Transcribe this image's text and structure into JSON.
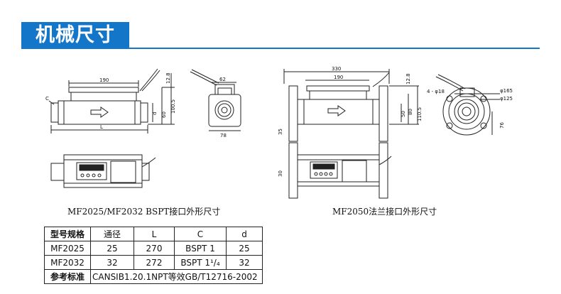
{
  "title": "机械尺寸",
  "colors": {
    "accent": "#1476c9",
    "line": "#222222"
  },
  "left_view": {
    "dims": {
      "len_top": "190",
      "h1": "12.8",
      "w_end": "62",
      "w_end2": "78",
      "h_total": "100.5",
      "h_mid": "60",
      "d": "d",
      "c": "C",
      "l": "L"
    },
    "caption": "MF2025/MF2032 BSPT接口外形尺寸"
  },
  "right_view": {
    "dims": {
      "total": "330",
      "len_top": "190",
      "h1": "12.8",
      "h_mid": "80",
      "h_in": "50",
      "h_total": "110.5",
      "left_h": "35",
      "bottom_h": "30",
      "bolts": "4 - φ18",
      "dia1": "φ165",
      "dia2": "φ125",
      "side": "76"
    },
    "caption": "MF2050法兰接口外形尺寸"
  },
  "table": {
    "headers": [
      "型号规格",
      "通径",
      "L",
      "C",
      "d"
    ],
    "rows": [
      [
        "MF2025",
        "25",
        "270",
        "BSPT 1",
        "25"
      ],
      [
        "MF2032",
        "32",
        "272",
        "BSPT 1¹/₄",
        "32"
      ]
    ],
    "standard_label": "参考标准",
    "standard_value": "CANSIB1.20.1NPT等效GB/T12716-2002"
  }
}
